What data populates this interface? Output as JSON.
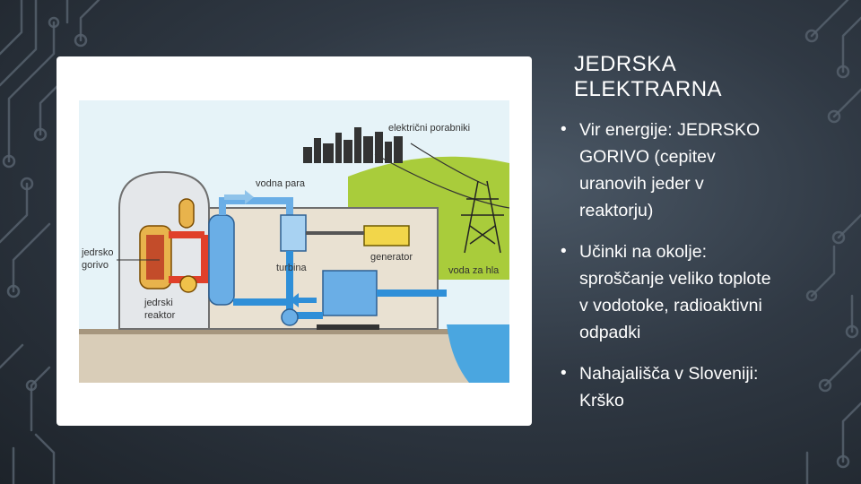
{
  "slide": {
    "title_line1": "JEDRSKA",
    "title_line2": "ELEKTRARNA",
    "bullets": [
      {
        "head": "Vir energije: JEDRSKO",
        "cont": [
          "GORIVO (cepitev",
          "uranovih jeder v",
          "reaktorju)"
        ]
      },
      {
        "head": "Učinki na okolje:",
        "cont": [
          "sproščanje veliko toplote",
          "v vodotoke, radioaktivni",
          "odpadki"
        ]
      },
      {
        "head": "Nahajališča v Sloveniji:",
        "cont": [
          "Krško"
        ]
      }
    ],
    "bullet_glyph": "•"
  },
  "diagram": {
    "labels": {
      "consumers": "električni porabniki",
      "steam": "vodna para",
      "fuel_line1": "jedrsko",
      "fuel_line2": "gorivo",
      "turbine": "turbina",
      "generator": "generator",
      "cooling": "voda za hla",
      "reactor_line1": "jedrski",
      "reactor_line2": "reaktor"
    }
  },
  "colors": {
    "background": "#2c343d",
    "card": "#ffffff",
    "text": "#ffffff",
    "water": "#2f8fd8",
    "hot_loop": "#e0402a",
    "reactor_fuel": "#e8b34c",
    "ground": "#d9cdb8",
    "sky": "#e6f3f8"
  }
}
